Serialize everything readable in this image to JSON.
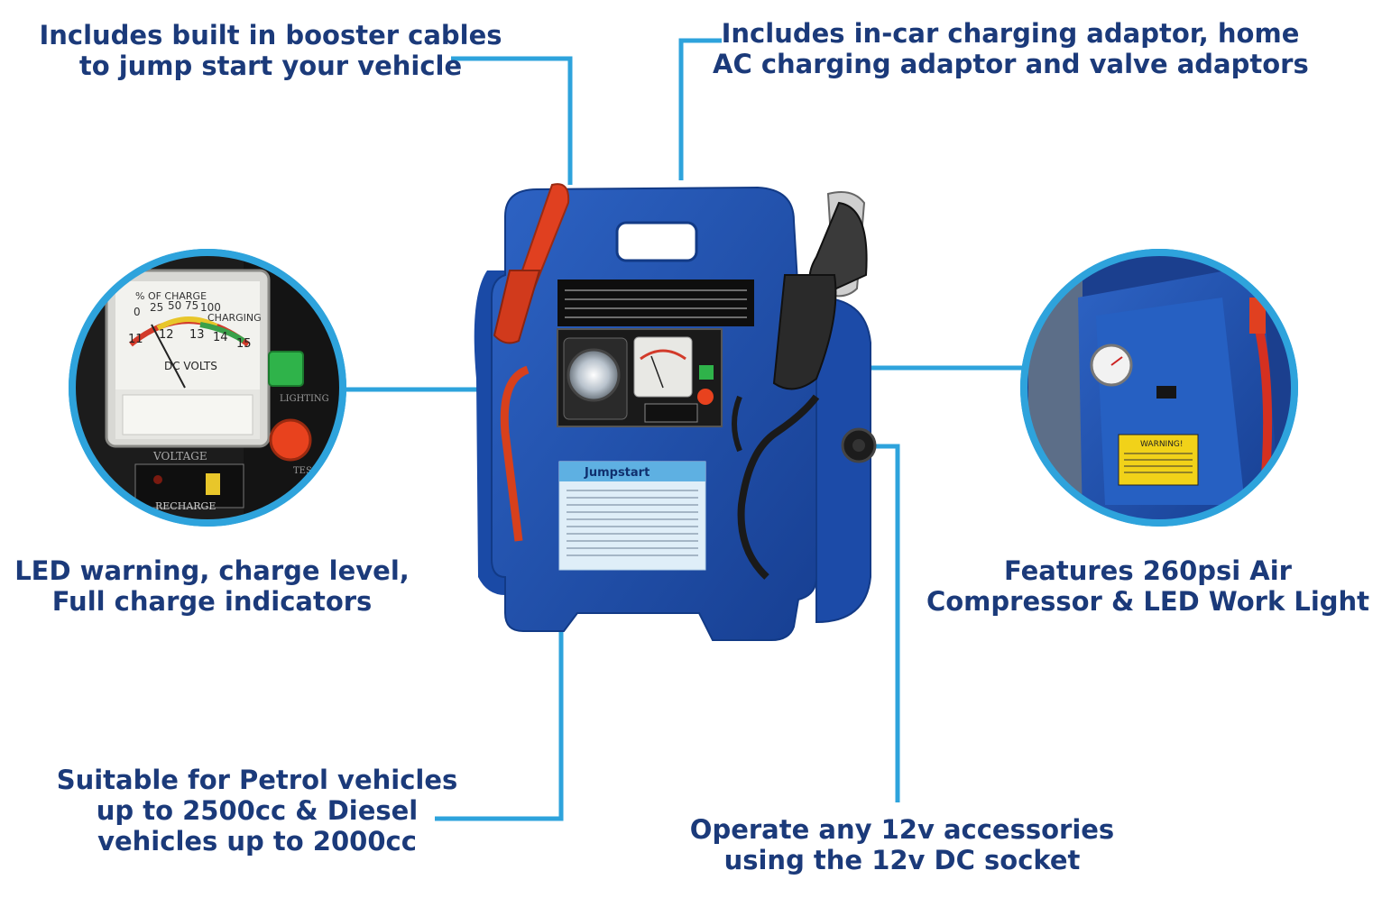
{
  "callouts": {
    "booster_cables": [
      "Includes built in booster cables",
      "to jump start your vehicle"
    ],
    "charging_adaptors": [
      "Includes in-car charging adaptor, home",
      "AC charging adaptor and valve adaptors"
    ],
    "led_warning": [
      "LED warning, charge level,",
      "Full charge indicators"
    ],
    "compressor": [
      "Features 260psi Air",
      "Compressor & LED Work Light"
    ],
    "vehicles": [
      "Suitable for Petrol vehicles",
      "up to 2500cc & Diesel",
      "vehicles up to 2000cc"
    ],
    "dc_socket": [
      "Operate any 12v accessories",
      "using the 12v DC socket"
    ]
  },
  "product": {
    "meter_heading": "% OF CHARGE",
    "meter_mode": "CHARGING",
    "meter_unit": "DC VOLTS",
    "meter_scale": [
      "11",
      "12",
      "13",
      "14",
      "15"
    ],
    "percent_scale": [
      "0",
      "25",
      "50",
      "75",
      "100"
    ],
    "recharge_label": "RECHARGE",
    "lighting_label": "LIGHTING",
    "voltage_label": "VOLTAGE",
    "test_label": "TES",
    "jumpstart_label": "Jumpstart",
    "warning_label": "WARNING!"
  },
  "colors": {
    "accent_line": "#2ea3dc",
    "headline_text": "#1b3a7a",
    "unit_blue": "#1f50a8",
    "clamp_red": "#e04020",
    "clamp_black": "#2a2a2a"
  }
}
